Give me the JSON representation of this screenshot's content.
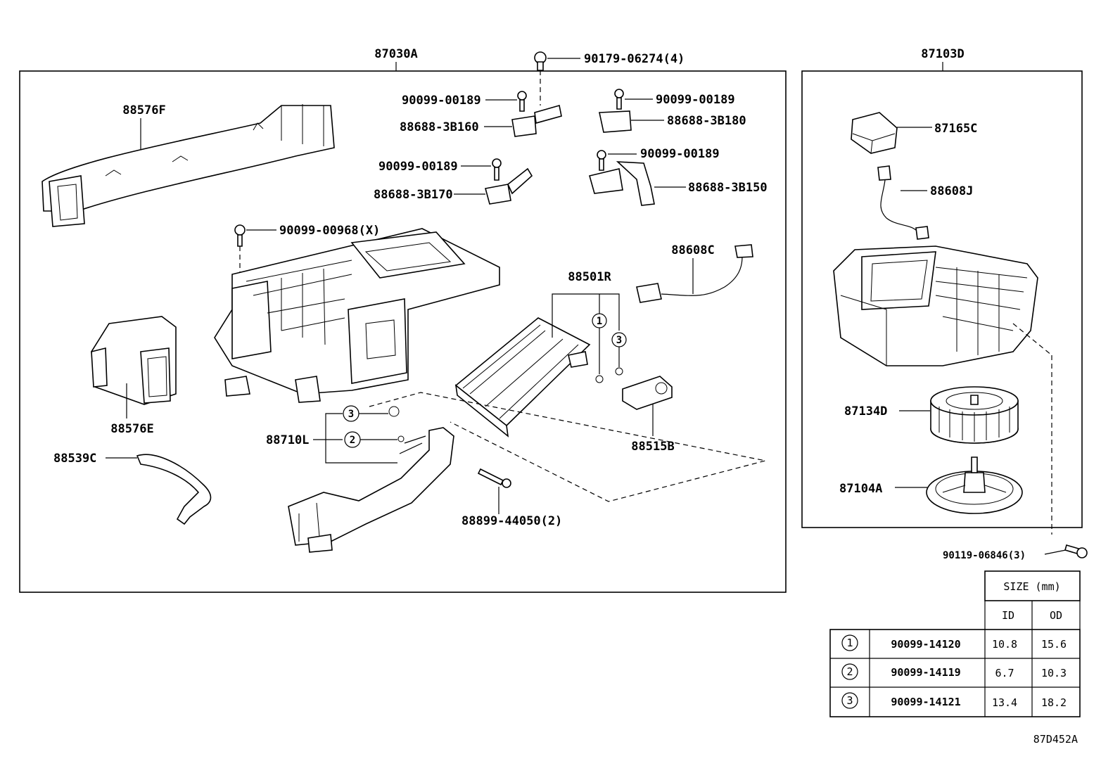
{
  "groups": {
    "left_group": "87030A",
    "right_group": "87103D"
  },
  "callouts": {
    "p88576F": "88576F",
    "p90179": "90179-06274(4)",
    "p90099_a": "90099-00189",
    "p88688_3B160": "88688-3B160",
    "p90099_b": "90099-00189",
    "p88688_3B180": "88688-3B180",
    "p90099_c": "90099-00189",
    "p88688_3B170": "88688-3B170",
    "p90099_d": "90099-00189",
    "p88688_3B150": "88688-3B150",
    "p90099_00968": "90099-00968(X)",
    "p88608C": "88608C",
    "p88501R": "88501R",
    "p88576E": "88576E",
    "p88710L": "88710L",
    "p88515B": "88515B",
    "p88539C": "88539C",
    "p88899": "88899-44050(2)",
    "p87165C": "87165C",
    "p88608J": "88608J",
    "p87134D": "87134D",
    "p87104A": "87104A",
    "p90119": "90119-06846(3)"
  },
  "markers": {
    "m1": "1",
    "m2": "2",
    "m3": "3",
    "m3b": "3"
  },
  "size_table": {
    "title": "SIZE (mm)",
    "col_id": "ID",
    "col_od": "OD",
    "rows": [
      {
        "ref": "1",
        "part": "90099-14120",
        "id": "10.8",
        "od": "15.6"
      },
      {
        "ref": "2",
        "part": "90099-14119",
        "id": "6.7",
        "od": "10.3"
      },
      {
        "ref": "3",
        "part": "90099-14121",
        "id": "13.4",
        "od": "18.2"
      }
    ]
  },
  "figure_code": "87D452A"
}
